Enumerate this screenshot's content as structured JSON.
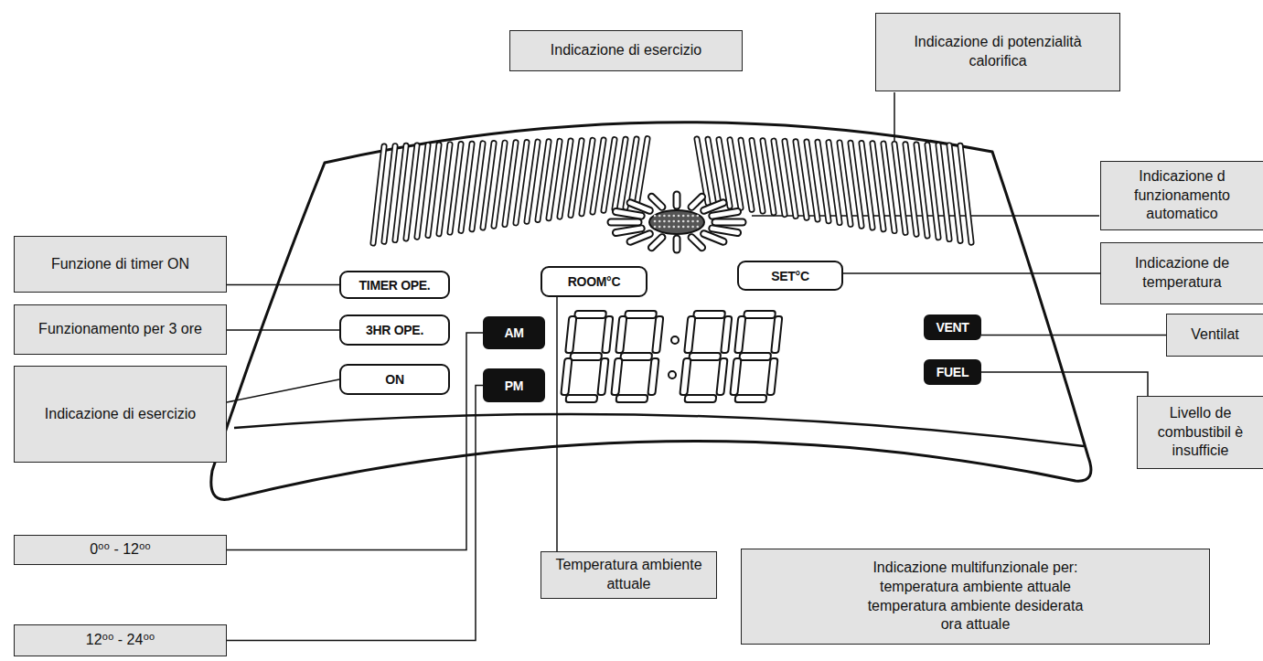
{
  "diagram": {
    "nodes": [
      {
        "text": [
          "Indicazione di esercizio"
        ]
      },
      {
        "text": [
          "Indicazione di potenzialità calorifica"
        ]
      },
      {
        "text": [
          "Indicazione d funzionamento automatico"
        ]
      },
      {
        "text": [
          "Funzione di timer ON"
        ]
      },
      {
        "text": [
          "TIMER OPE."
        ]
      },
      {
        "text": [
          "ROOM°C"
        ]
      },
      {
        "text": [
          "SET°C"
        ]
      },
      {
        "text": [
          "Indicazione de temperatura"
        ]
      },
      {
        "text": [
          "Funzionamento per 3 ore"
        ]
      },
      {
        "text": [
          "3HR OPE."
        ]
      },
      {
        "text": [
          "AM"
        ]
      },
      {
        "text": [
          "VENT"
        ]
      },
      {
        "text": [
          "Ventilat"
        ]
      },
      {
        "text": [
          "ON"
        ]
      },
      {
        "text": [
          "PM"
        ]
      },
      {
        "text": [
          "Indicazione di esercizio"
        ]
      },
      {
        "text": [
          "FUEL"
        ]
      },
      {
        "text": [
          "Livello de combustibil è insufficie"
        ]
      },
      {
        "text": [
          "0⁰⁰ - 12⁰⁰"
        ]
      },
      {
        "text": [
          "Temperatura ambiente attuale"
        ]
      },
      {
        "text": [
          "Indicazione multifunzionale per:",
          "temperatura ambiente attuale",
          "temperatura ambiente desiderata",
          "ora attuale"
        ]
      },
      {
        "text": [
          "12⁰⁰ - 24⁰⁰"
        ]
      }
    ],
    "edges": [
      {
        "from": 3,
        "to": 4,
        "arrow": "none"
      },
      {
        "from": 6,
        "to": 7,
        "arrow": "none"
      },
      {
        "from": 8,
        "to": 9,
        "arrow": "none"
      },
      {
        "from": 15,
        "to": 13,
        "arrow": "none"
      },
      {
        "from": 10,
        "to": 18,
        "arrow": "none"
      },
      {
        "from": 14,
        "to": 21,
        "arrow": "none"
      },
      {
        "from": 5,
        "to": 19,
        "arrow": "none"
      },
      {
        "from": 11,
        "to": 12,
        "arrow": "none"
      },
      {
        "from": 16,
        "to": 17,
        "arrow": "none"
      }
    ]
  }
}
